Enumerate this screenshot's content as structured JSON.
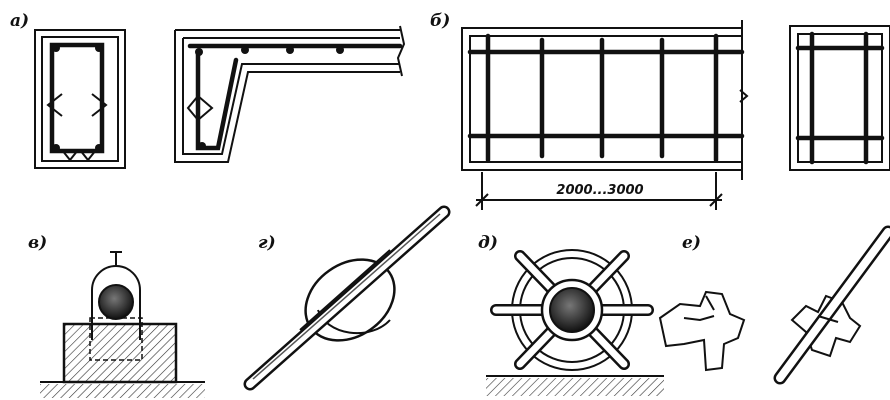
{
  "labels": {
    "a": "а)",
    "b": "б)",
    "v": "в)",
    "g": "г)",
    "d": "д)",
    "e": "е)"
  },
  "dimension": "2000...3000",
  "colors": {
    "ink": "#111111",
    "paper": "#ffffff"
  }
}
